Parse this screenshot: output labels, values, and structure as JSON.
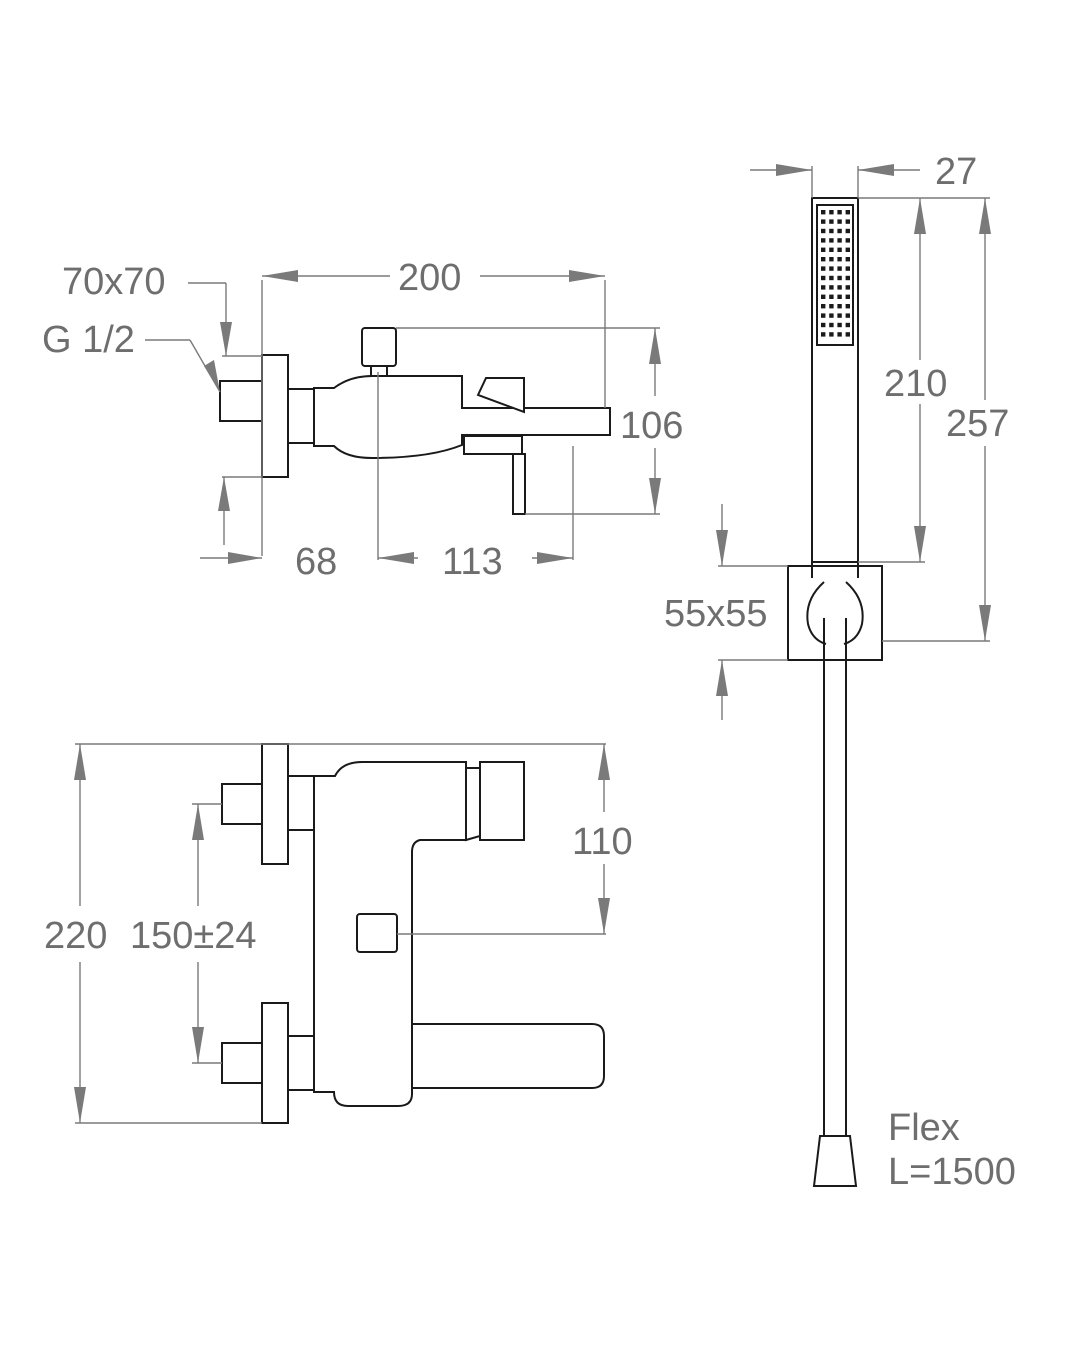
{
  "top_view": {
    "plate_size": "70x70",
    "thread": "G 1/2",
    "overall_length": "200",
    "height": "106",
    "wall_offset": "68",
    "spout_offset": "113"
  },
  "front_view": {
    "overall_height": "220",
    "inlet_centers": "150±24",
    "outlet_height": "110"
  },
  "hand_shower": {
    "head_width": "27",
    "head_length": "210",
    "total_length": "257",
    "holder_size": "55x55",
    "hose_type": "Flex",
    "hose_length": "L=1500"
  }
}
